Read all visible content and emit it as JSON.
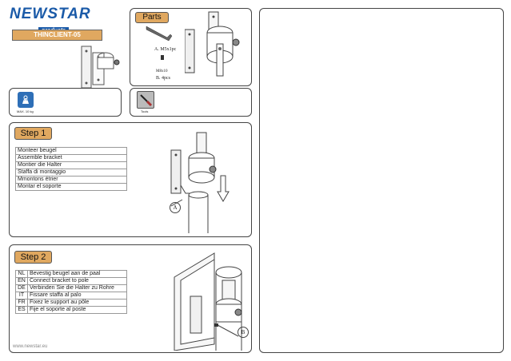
{
  "brand": {
    "name": "NEWSTAR",
    "sub": "products"
  },
  "model": "THINCLIENT-05",
  "weight": {
    "icon_value": "10 kg",
    "label": "MAX. 10 kg"
  },
  "parts": {
    "title": "Parts",
    "items": [
      "A. M5x1pc",
      "M8x10",
      "B. 4pcs"
    ]
  },
  "tools": {
    "label": "Tools"
  },
  "step1": {
    "title": "Step 1",
    "rows": [
      "Monteer beugel",
      "Assemble bracket",
      "Montier die Halter",
      "Staffa di montaggio",
      "Mmontons étrier",
      "Montar el soporte"
    ],
    "callout": "A"
  },
  "step2": {
    "title": "Step 2",
    "rows": [
      {
        "code": "NL",
        "text": "Bevestig beugel aan de paal"
      },
      {
        "code": "EN",
        "text": "Connect bracket to pole"
      },
      {
        "code": "DE",
        "text": "Verbinden Sie die Halter zu Rohre"
      },
      {
        "code": "IT",
        "text": "Fissare staffa al palo"
      },
      {
        "code": "FR",
        "text": "Fixez le support au pôle"
      },
      {
        "code": "ES",
        "text": "Fije el soporte al poste"
      }
    ],
    "callout": "B"
  },
  "footer": "www.newstar.eu"
}
